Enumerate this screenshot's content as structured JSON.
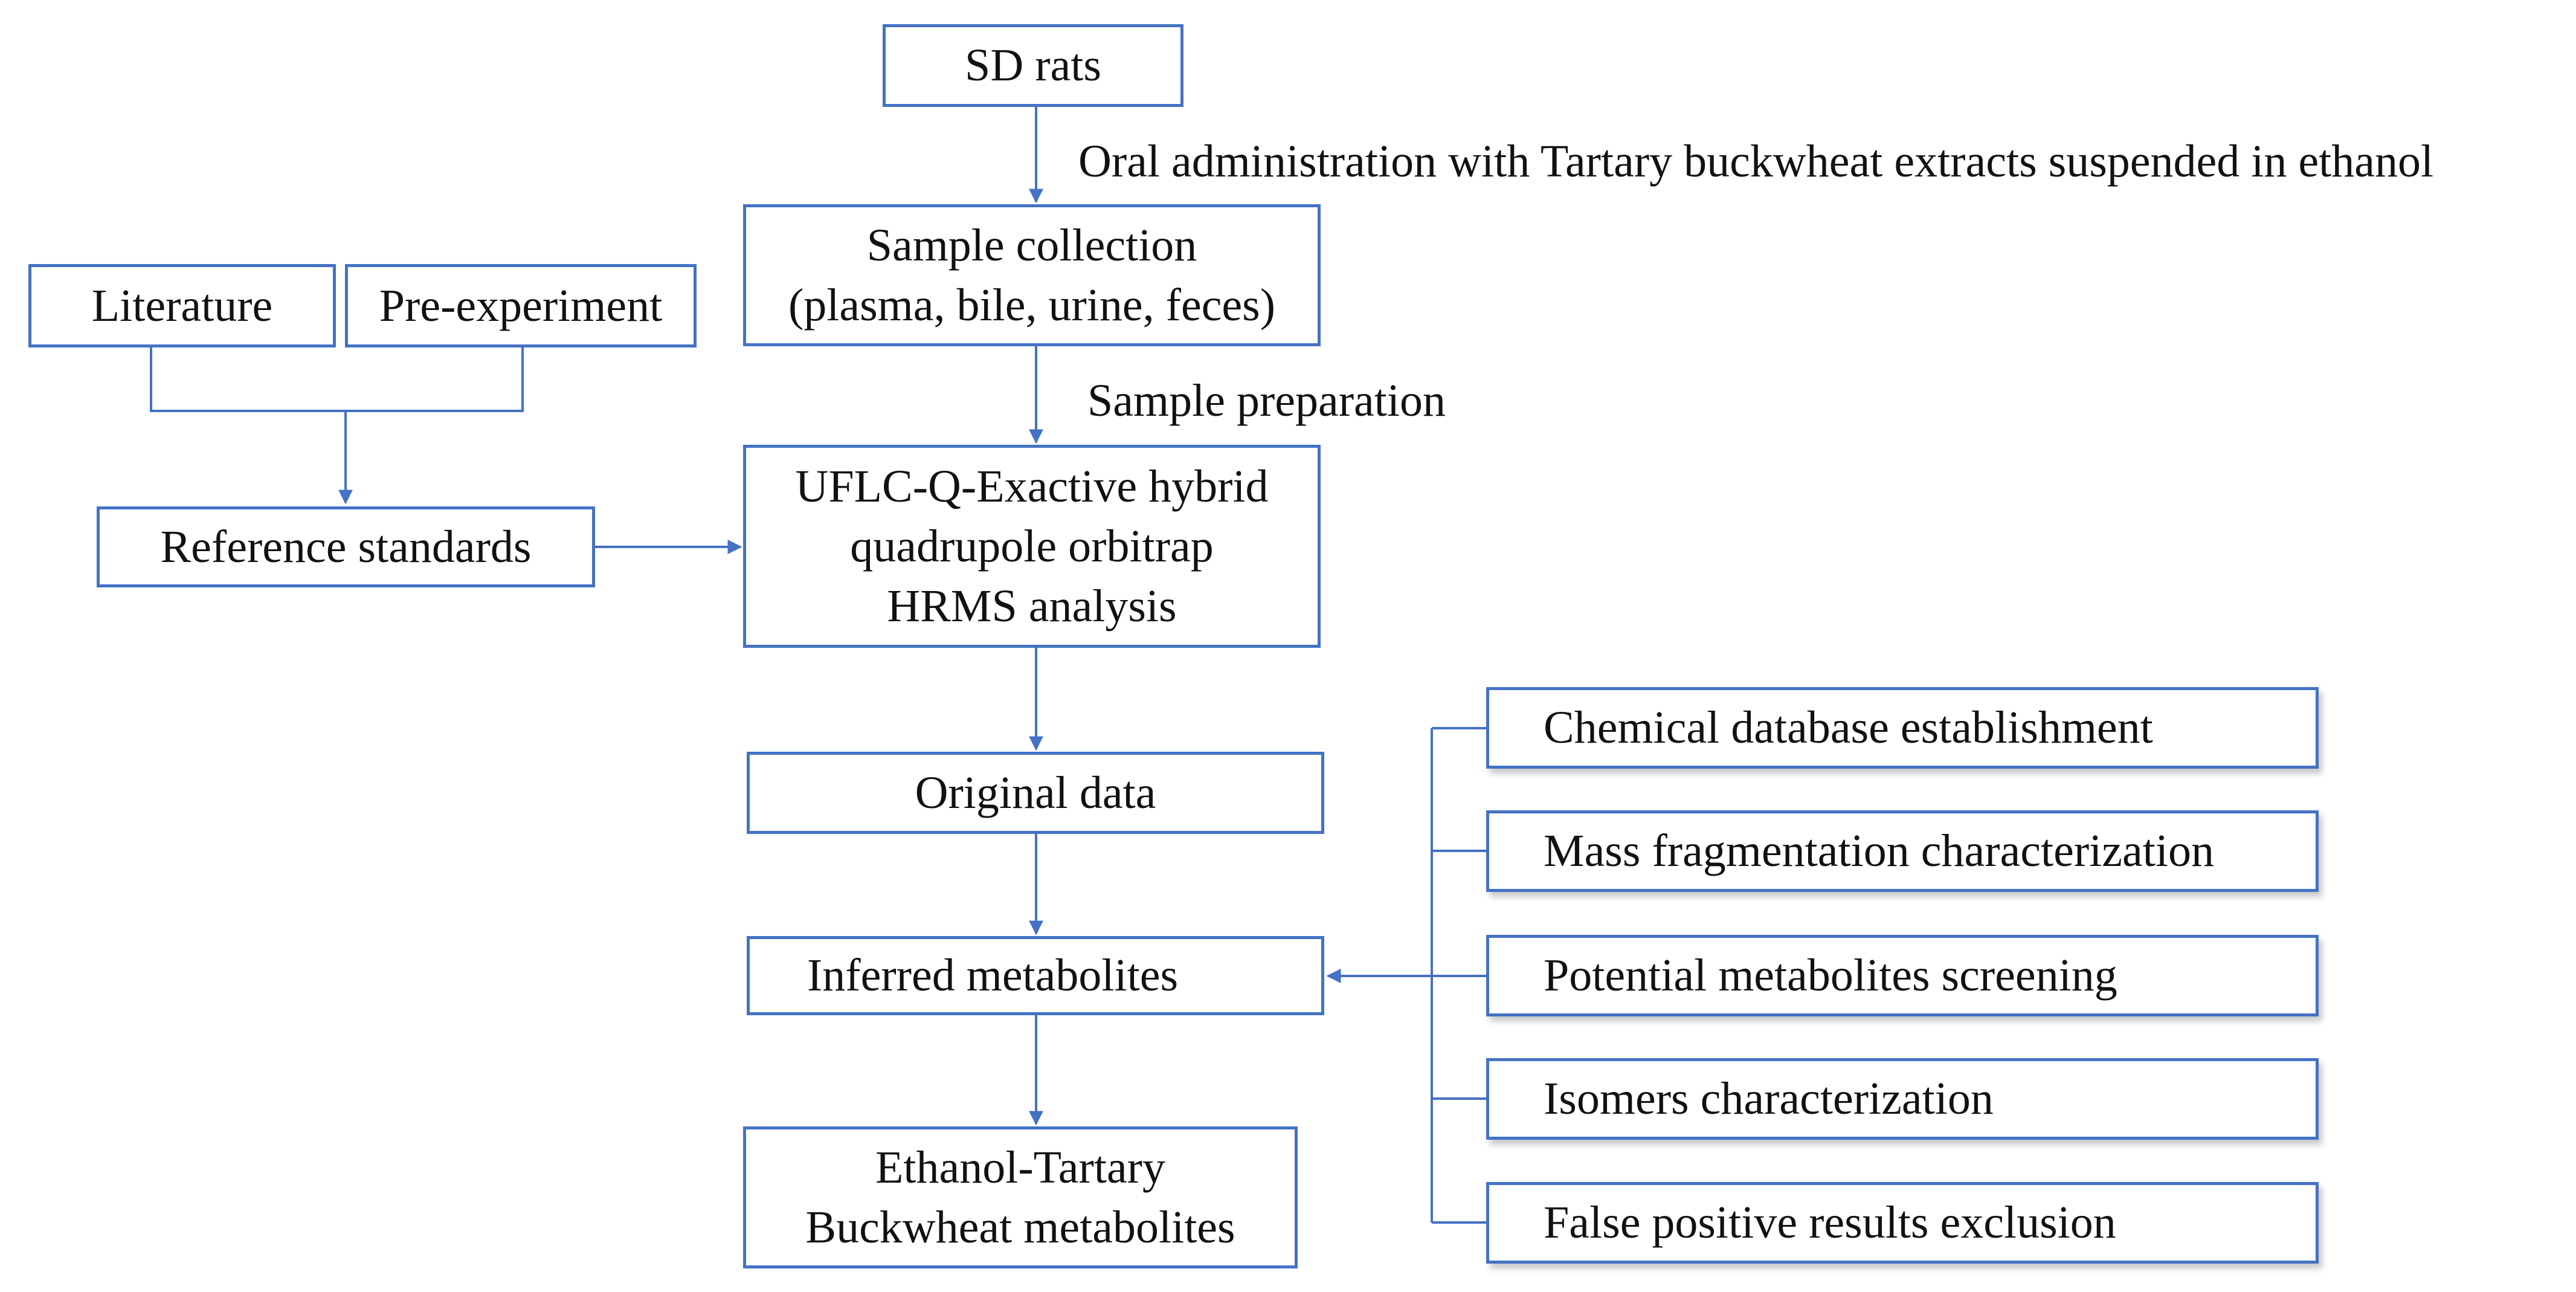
{
  "nodes": {
    "sd_rats": "SD rats",
    "sample_collection": [
      "Sample collection",
      "(plasma, bile, urine, feces)"
    ],
    "literature": "Literature",
    "pre_experiment": "Pre-experiment",
    "reference_standards": "Reference standards",
    "uflc": [
      "UFLC-Q-Exactive hybrid",
      "quadrupole orbitrap",
      "HRMS analysis"
    ],
    "original_data": "Original data",
    "inferred_metabolites": "Inferred metabolites",
    "final": [
      "Ethanol-Tartary",
      "Buckwheat metabolites"
    ],
    "methods": [
      "Chemical database establishment",
      "Mass fragmentation characterization",
      "Potential metabolites screening",
      "Isomers characterization",
      "False positive results exclusion"
    ]
  },
  "edge_labels": {
    "oral": "Oral  administration with Tartary buckwheat extracts suspended in ethanol",
    "prep": "Sample preparation"
  },
  "colors": {
    "accent": "#4472C4",
    "text": "#111111"
  }
}
